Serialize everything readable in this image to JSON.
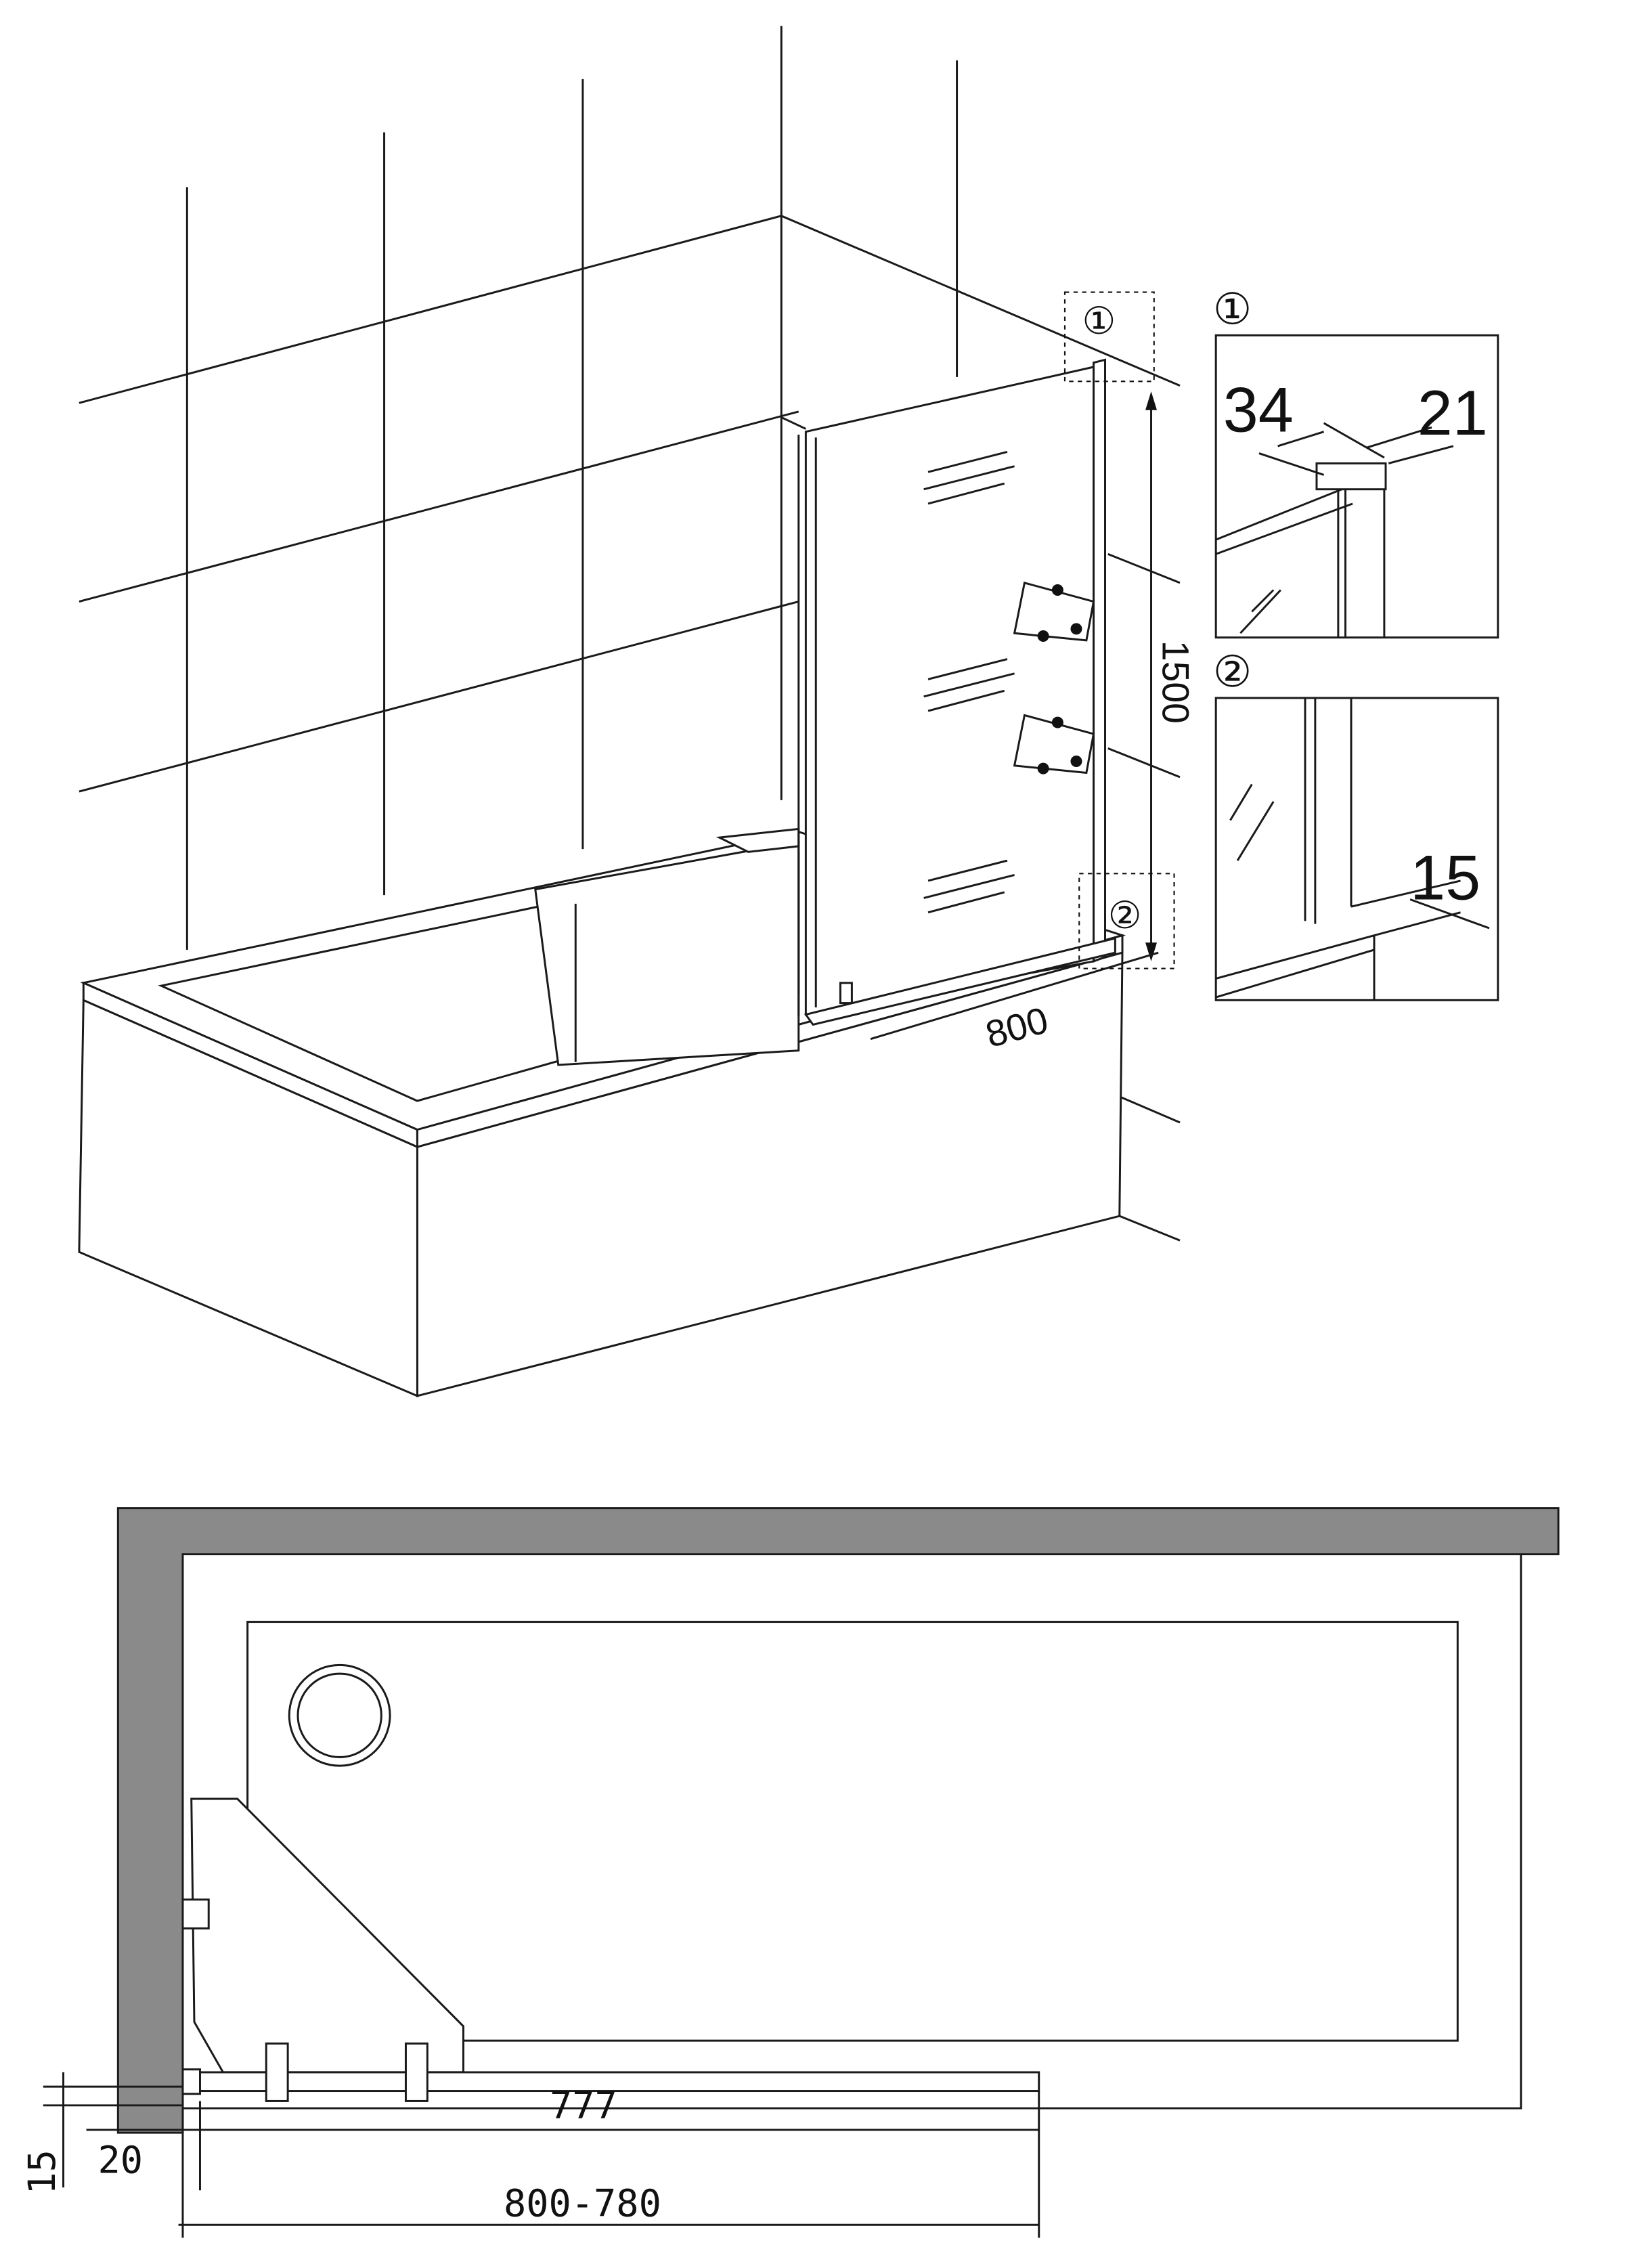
{
  "colors": {
    "line": "#1a1a1a",
    "wall": "#8a8a8a",
    "background": "#ffffff"
  },
  "perspective": {
    "height_dimension": "1500",
    "width_dimension": "800",
    "callout_1": "①",
    "callout_2": "②"
  },
  "details": {
    "detail_1": {
      "marker": "①",
      "dim_left": "34",
      "dim_right": "21"
    },
    "detail_2": {
      "marker": "②",
      "dim": "15"
    }
  },
  "plan": {
    "glass_width": "777",
    "overall_width": "800-780",
    "profile_depth": "20",
    "profile_offset": "15"
  }
}
